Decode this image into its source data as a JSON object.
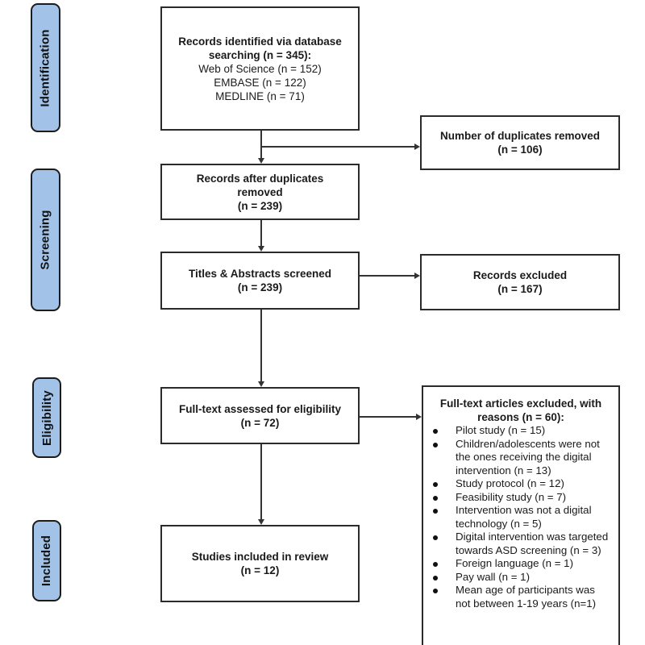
{
  "stages": {
    "identification": "Identification",
    "screening": "Screening",
    "eligibility": "Eligibility",
    "included": "Included"
  },
  "boxes": {
    "identified": {
      "title_line1": "Records identified via database",
      "title_line2": "searching (n = 345):",
      "sources": [
        "Web of Science (n = 152)",
        "EMBASE (n = 122)",
        "MEDLINE (n = 71)"
      ]
    },
    "duplicates_removed": {
      "line1": "Number of duplicates removed",
      "line2": "(n = 106)"
    },
    "after_duplicates": {
      "line1": "Records after duplicates",
      "line2": "removed",
      "line3": "(n = 239)"
    },
    "titles_screened": {
      "line1": "Titles & Abstracts screened",
      "line2": "(n = 239)"
    },
    "records_excluded": {
      "line1": "Records excluded",
      "line2": "(n = 167)"
    },
    "fulltext_assessed": {
      "line1": "Full-text assessed for eligibility",
      "line2": "(n = 72)"
    },
    "fulltext_excluded": {
      "header_line1": "Full-text articles excluded, with",
      "header_line2": "reasons (n = 60):",
      "reasons": [
        "Pilot study (n = 15)",
        "Children/adolescents were not the ones receiving the digital intervention (n = 13)",
        "Study protocol (n = 12)",
        "Feasibility study (n = 7)",
        "Intervention was not a digital technology (n = 5)",
        "Digital intervention was targeted towards ASD screening (n = 3)",
        "Foreign language (n = 1)",
        "Pay wall (n = 1)",
        "Mean age of participants was not between 1-19 years (n=1)"
      ]
    },
    "studies_included": {
      "line1": "Studies included in review",
      "line2": "(n = 12)"
    }
  },
  "colors": {
    "stage_fill": "#a2c3e7",
    "stage_border": "#1c1c1c",
    "box_border": "#2b2b2b",
    "arrow": "#333333"
  }
}
